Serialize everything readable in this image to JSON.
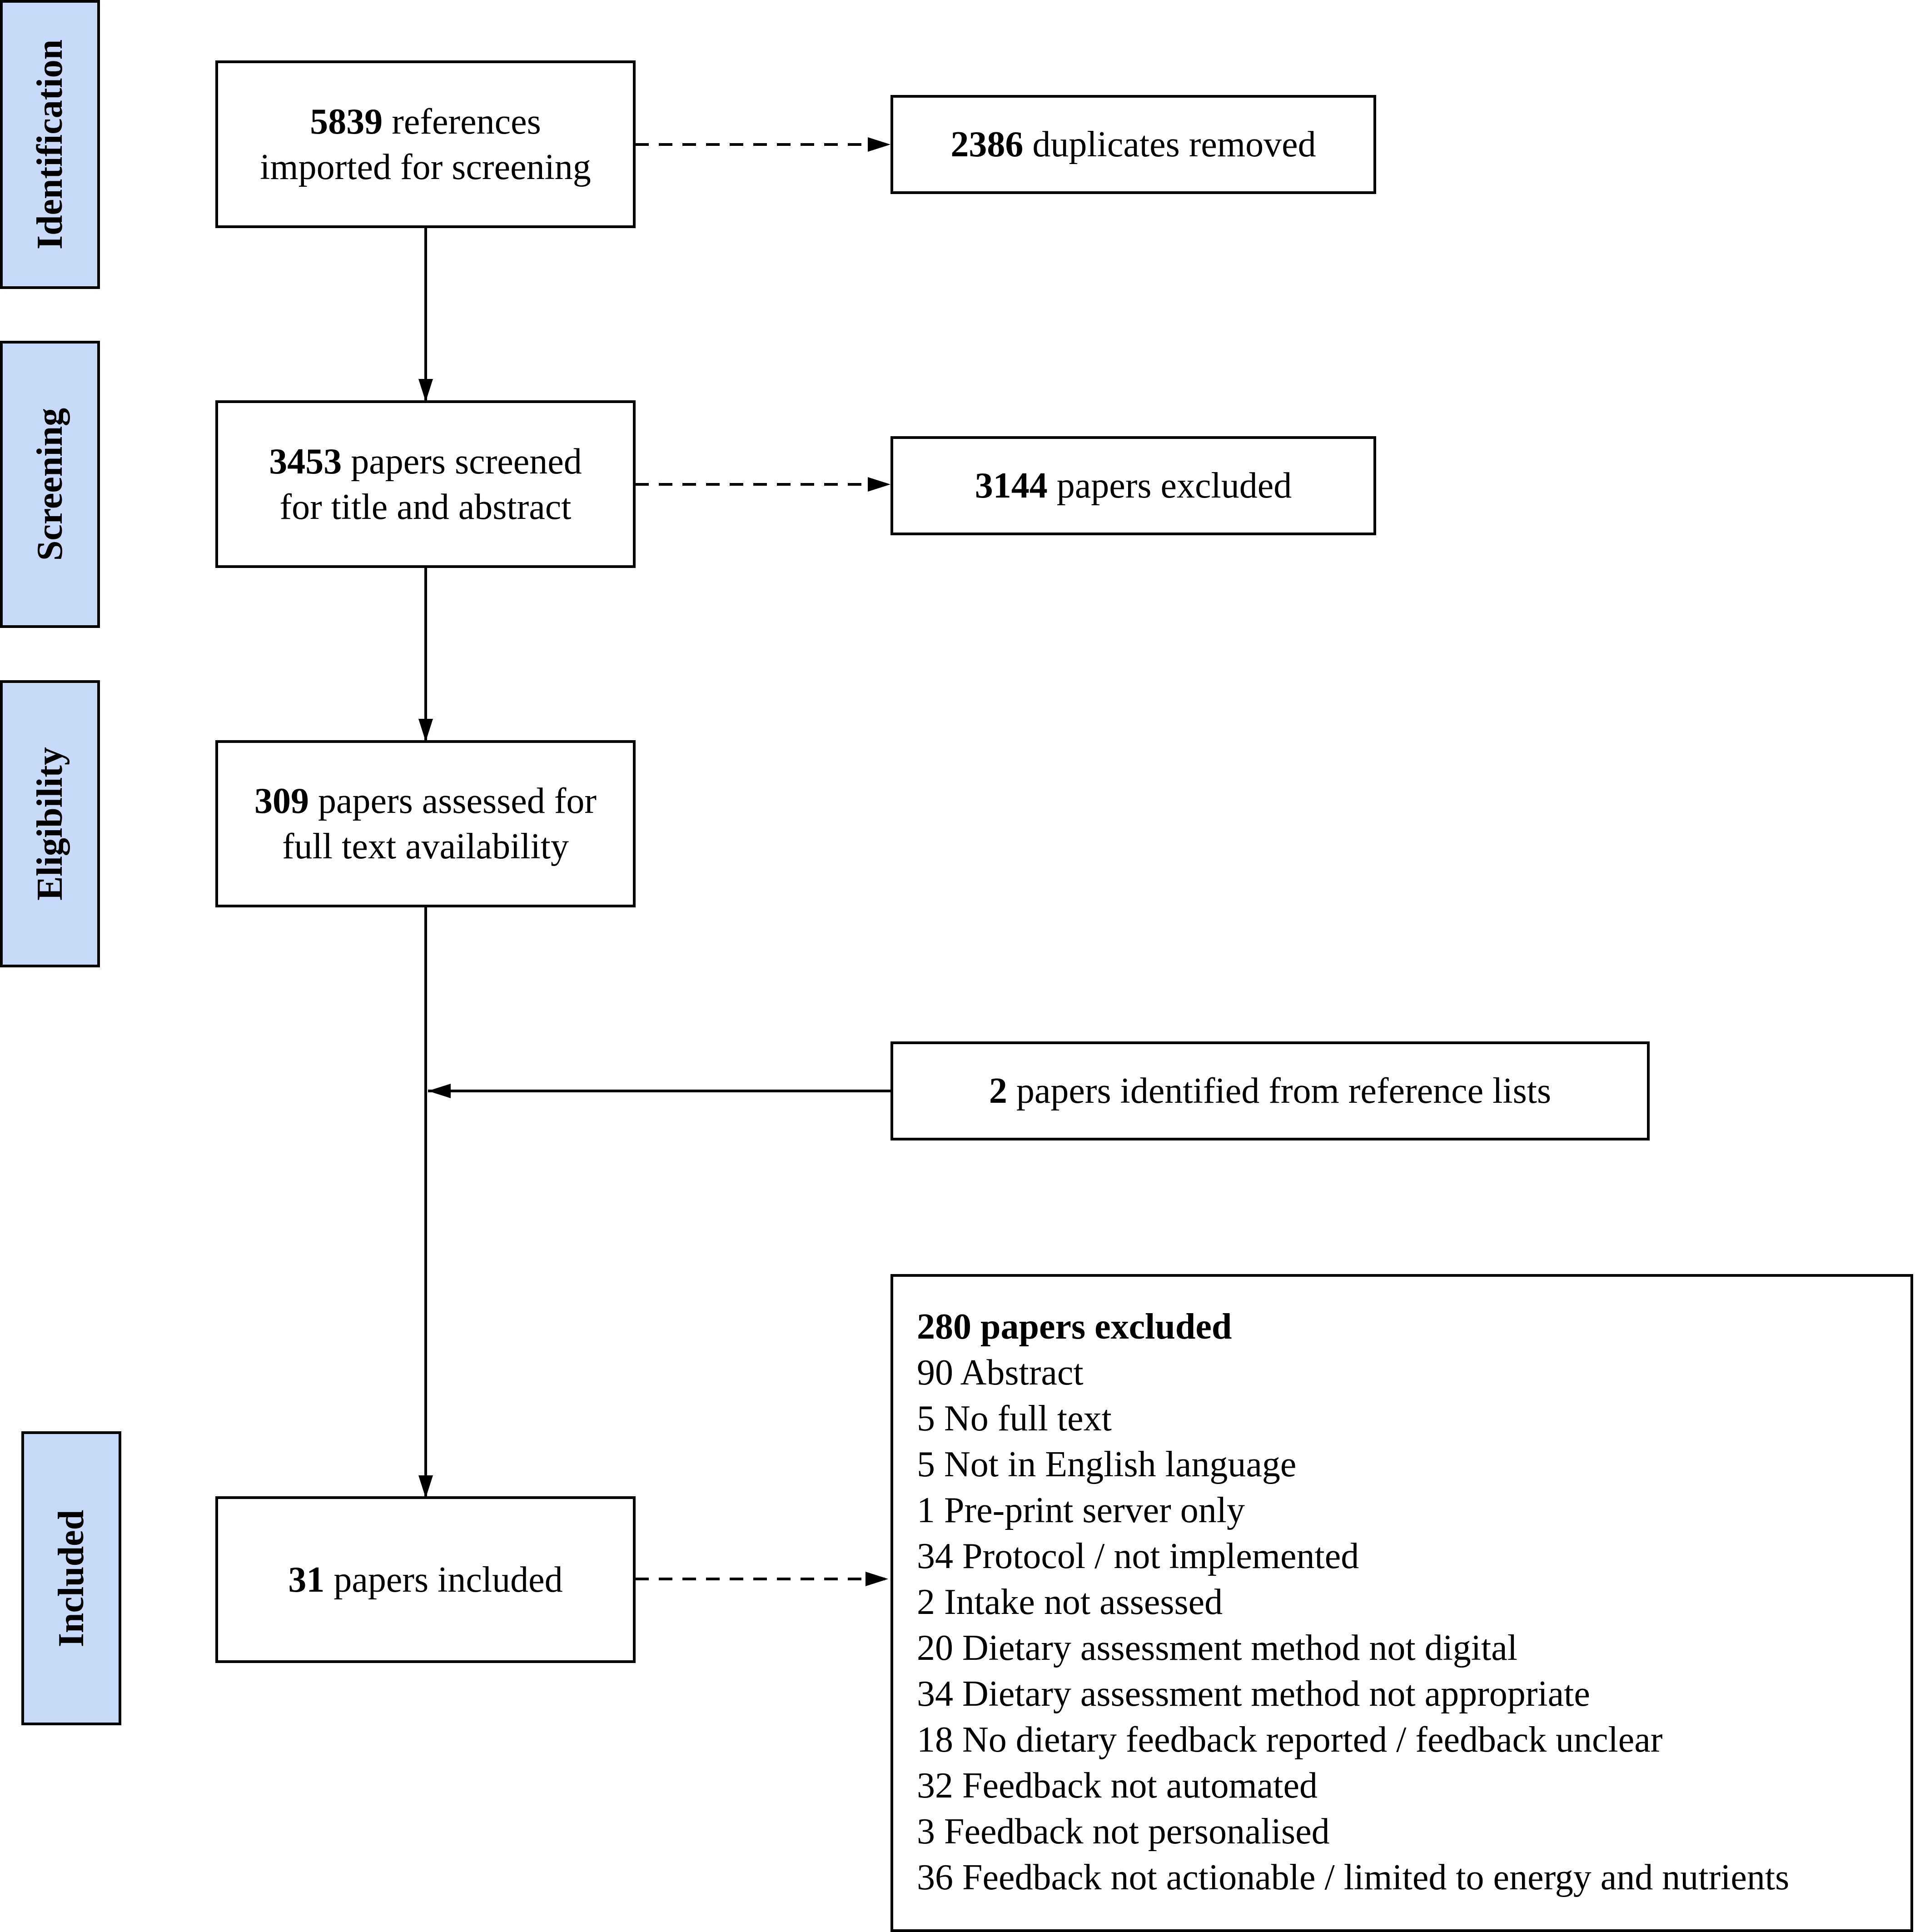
{
  "stages": {
    "identification": "Identification",
    "screening": "Screening",
    "eligibility": "Eligibility",
    "included": "Included"
  },
  "boxes": {
    "imported": {
      "count": "5839",
      "line1": " references",
      "line2": "imported for screening"
    },
    "duplicates": {
      "count": "2386",
      "text": " duplicates removed"
    },
    "screened": {
      "count": "3453",
      "line1": " papers screened",
      "line2": "for title and abstract"
    },
    "excluded_screening": {
      "count": "3144",
      "text": " papers excluded"
    },
    "assessed": {
      "count": "309",
      "line1": " papers assessed for",
      "line2": "full text availability"
    },
    "reference_lists": {
      "count": "2",
      "text": " papers identified from reference lists"
    },
    "included": {
      "count": "31",
      "text": " papers included"
    }
  },
  "exclusions": {
    "title": "280 papers excluded",
    "reasons": [
      "90 Abstract",
      "5 No full text",
      "5 Not in English language",
      "1 Pre-print server only",
      "34 Protocol / not implemented",
      "2 Intake not assessed",
      "20 Dietary assessment method not digital",
      "34 Dietary assessment method not appropriate",
      "18 No dietary feedback reported / feedback unclear",
      "32 Feedback not automated",
      "3 Feedback not personalised",
      "36 Feedback not actionable / limited to energy and nutrients"
    ]
  }
}
